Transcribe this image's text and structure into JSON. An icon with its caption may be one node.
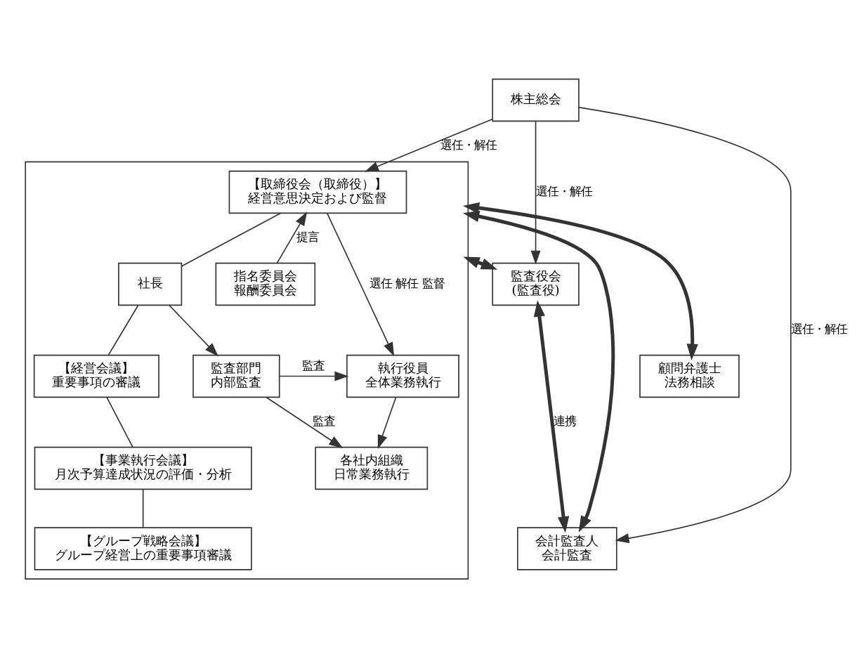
{
  "diagram": {
    "nodes": [
      {
        "text": [
          "株主総会"
        ]
      },
      {
        "text": [],
        "shape": "box"
      },
      {
        "text": [
          "【取締役会（取締役）】",
          "経営意思決定および監督"
        ],
        "in": 1
      },
      {
        "text": [
          "社長"
        ],
        "in": 1
      },
      {
        "text": [
          "指名委員会",
          "報酬委員会"
        ],
        "in": 1
      },
      {
        "text": [
          "【経営会議】",
          "重要事項の審議"
        ],
        "in": 1
      },
      {
        "text": [
          "【事業執行会議】",
          "月次予算達成状況の評価・分析"
        ],
        "in": 1
      },
      {
        "text": [
          "【グループ戦略会議】",
          "グループ経営上の重要事項審議"
        ],
        "in": 1
      },
      {
        "text": [
          "執行役員",
          "全体業務執行"
        ],
        "in": 1
      },
      {
        "text": [
          "監査部門",
          "内部監査"
        ],
        "in": 1
      },
      {
        "text": [
          "各社内組織",
          "日常業務執行"
        ],
        "in": 1
      },
      {
        "text": [
          "監査役会",
          "(監査役)"
        ]
      },
      {
        "text": [
          "会計監査人",
          "会計監査"
        ]
      },
      {
        "text": [
          "顧問弁護士",
          "法務相談"
        ]
      }
    ],
    "edges": [
      {
        "from": 0,
        "to": 2,
        "arrow": "to",
        "label": "選任・解任"
      },
      {
        "from": 0,
        "to": 11,
        "arrow": "to",
        "label": "選任・解任"
      },
      {
        "from": 0,
        "to": 12,
        "arrow": "to",
        "label": "選任・解任"
      },
      {
        "from": 2,
        "to": 3,
        "arrow": "none"
      },
      {
        "from": 3,
        "to": 5,
        "arrow": "none"
      },
      {
        "from": 5,
        "to": 6,
        "arrow": "none"
      },
      {
        "from": 6,
        "to": 7,
        "arrow": "none"
      },
      {
        "from": 4,
        "to": 2,
        "arrow": "to",
        "label": "提言"
      },
      {
        "from": 2,
        "to": 8,
        "arrow": "to",
        "label": "選任 解任 監督"
      },
      {
        "from": 3,
        "to": 9,
        "arrow": "to"
      },
      {
        "from": 9,
        "to": 8,
        "arrow": "to",
        "label": "監査"
      },
      {
        "from": 9,
        "to": 10,
        "arrow": "to",
        "label": "監査"
      },
      {
        "from": 8,
        "to": 10,
        "arrow": "to"
      },
      {
        "from": 11,
        "to": 12,
        "arrow": "both",
        "label": "連携",
        "style": "thick"
      },
      {
        "from": 1,
        "to": 11,
        "arrow": "both",
        "style": "thick"
      },
      {
        "from": 1,
        "to": 12,
        "arrow": "both",
        "style": "thick"
      },
      {
        "from": 1,
        "to": 13,
        "arrow": "both",
        "style": "thick"
      }
    ]
  }
}
